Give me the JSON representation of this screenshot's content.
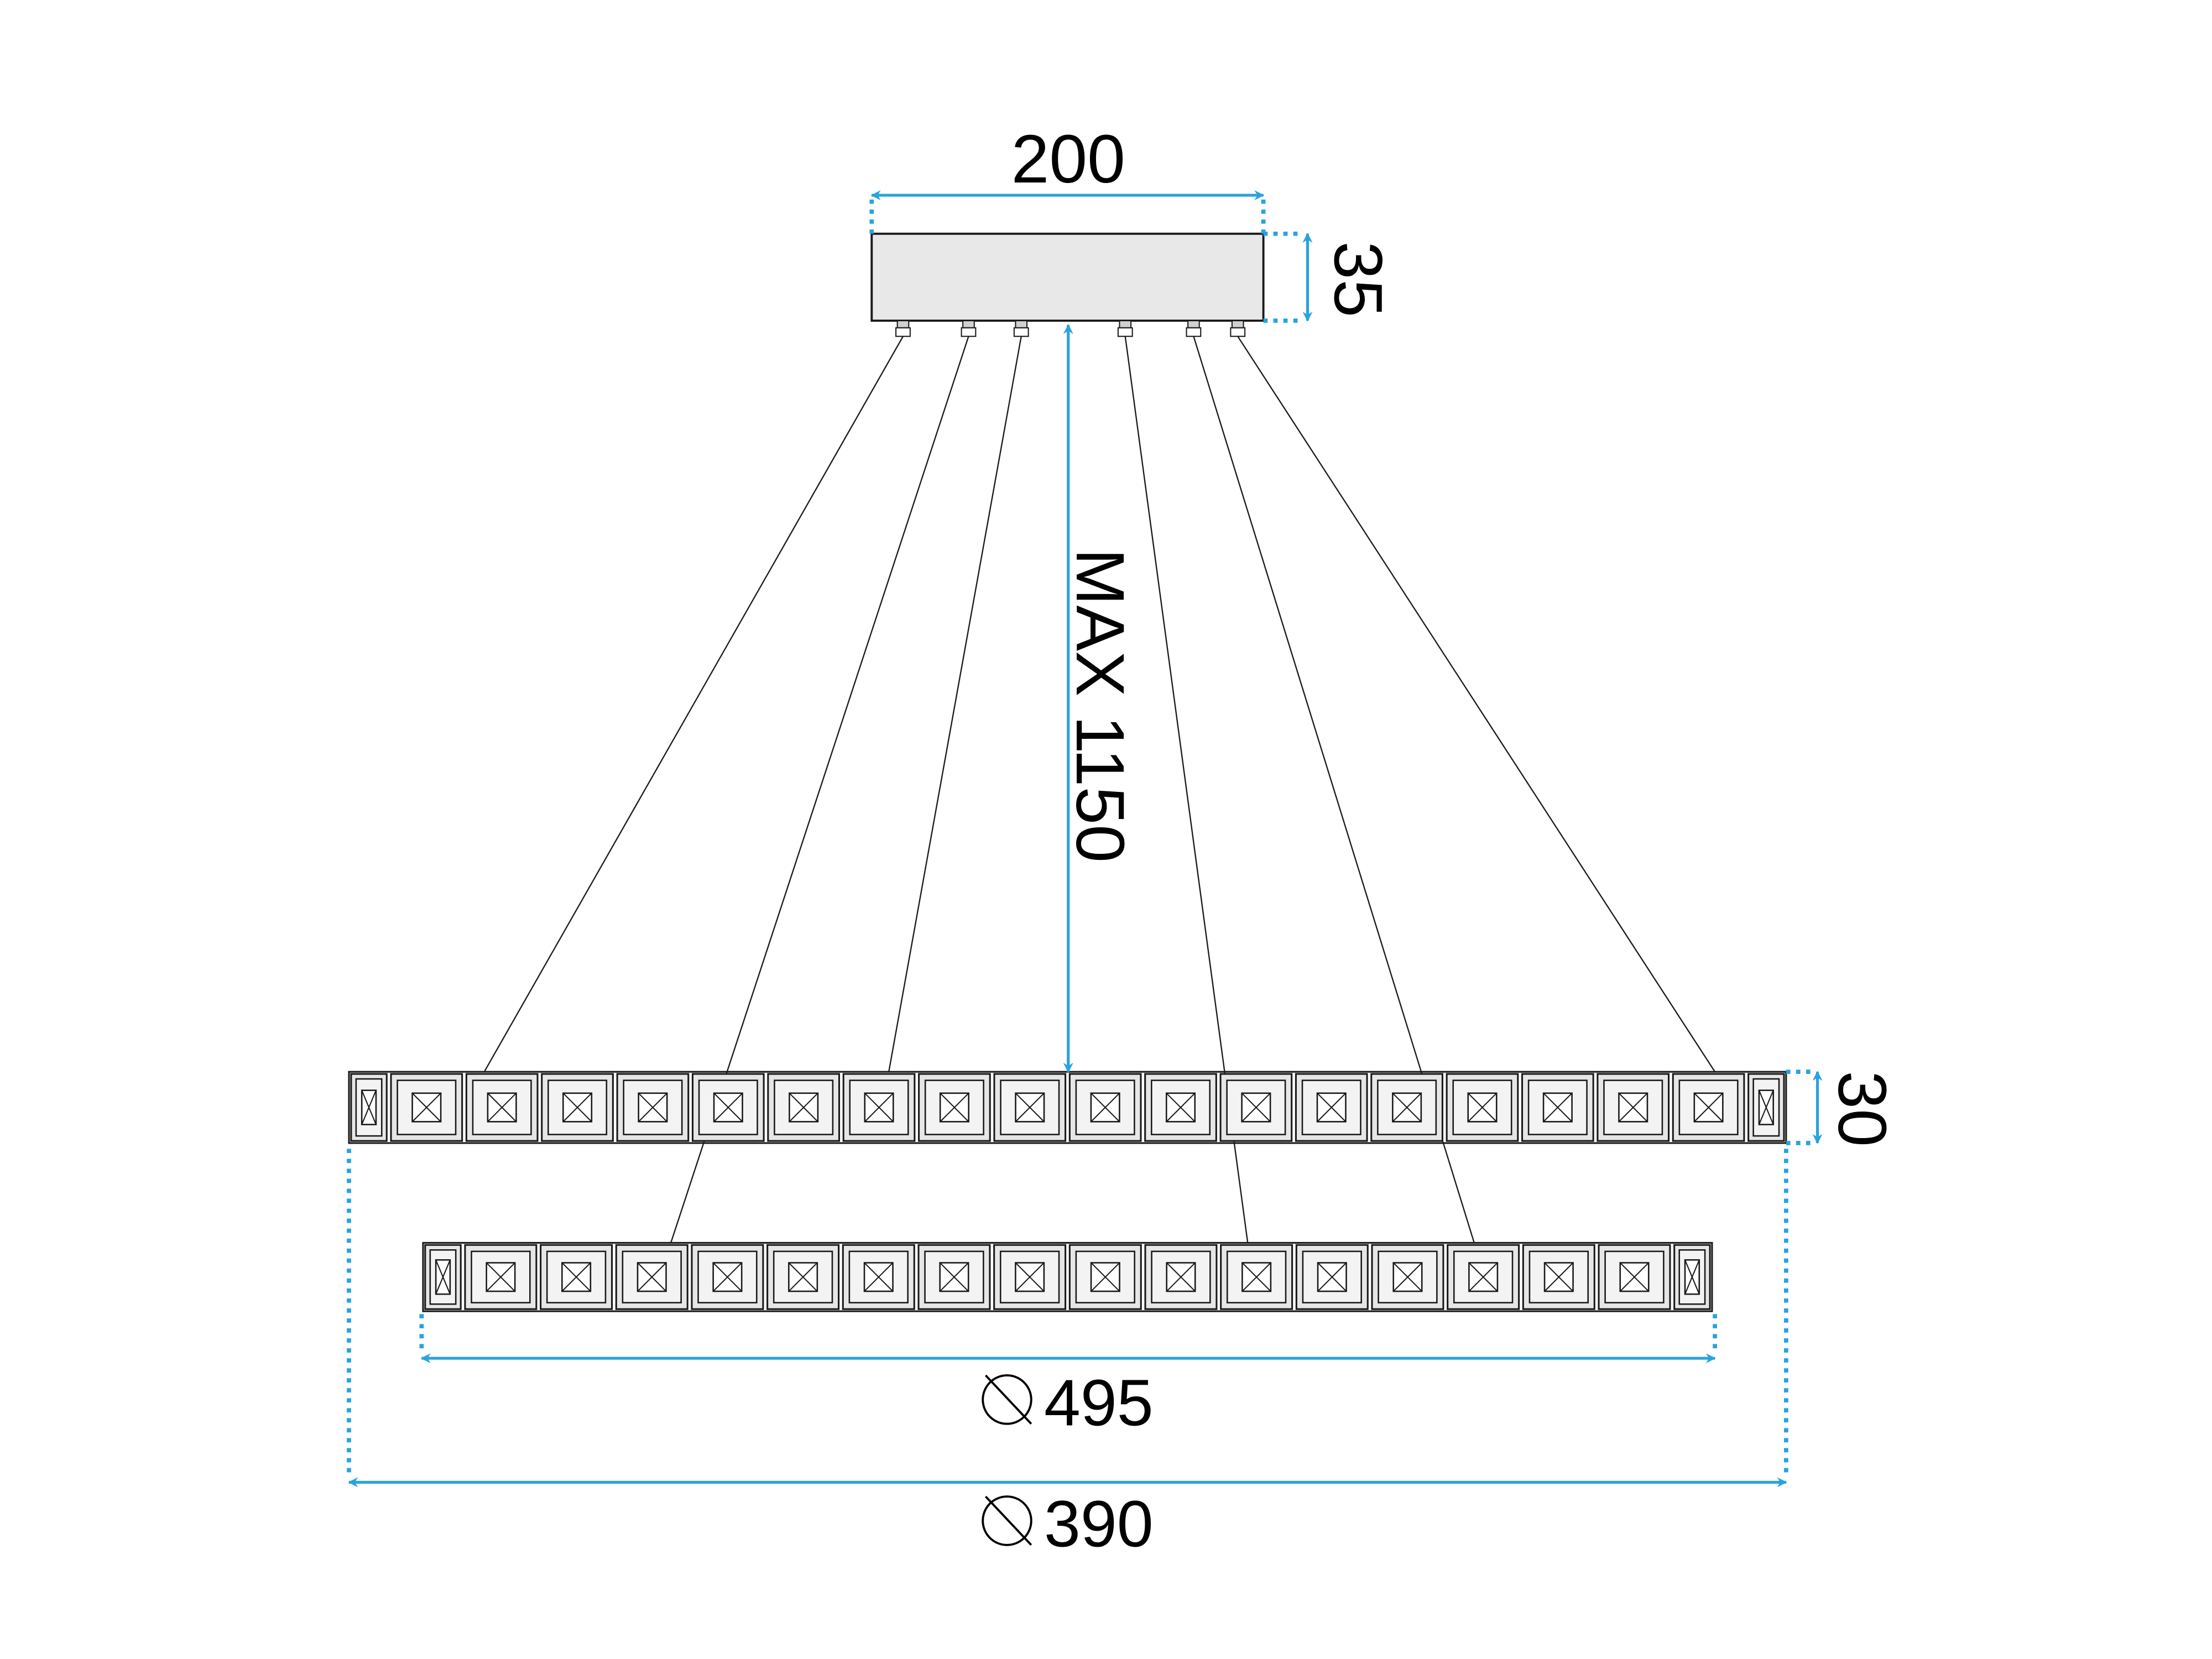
{
  "colors": {
    "line": "#1a1a1a",
    "dimension": "#29a3dd",
    "canopy_fill": "#e8e8e8",
    "crystal_fill": "#e6e6e6"
  },
  "icons": {
    "diameter": "diameter-symbol-icon"
  },
  "dimensions": {
    "canopy_width": "200",
    "canopy_height": "35",
    "hanging_length": "MAX 1150",
    "ring_height": "30",
    "inner_diameter": "495",
    "outer_diameter": "390"
  },
  "structure": {
    "suspension_cables": 6,
    "upper_ring_crystals": 20,
    "lower_ring_crystals": 18
  }
}
